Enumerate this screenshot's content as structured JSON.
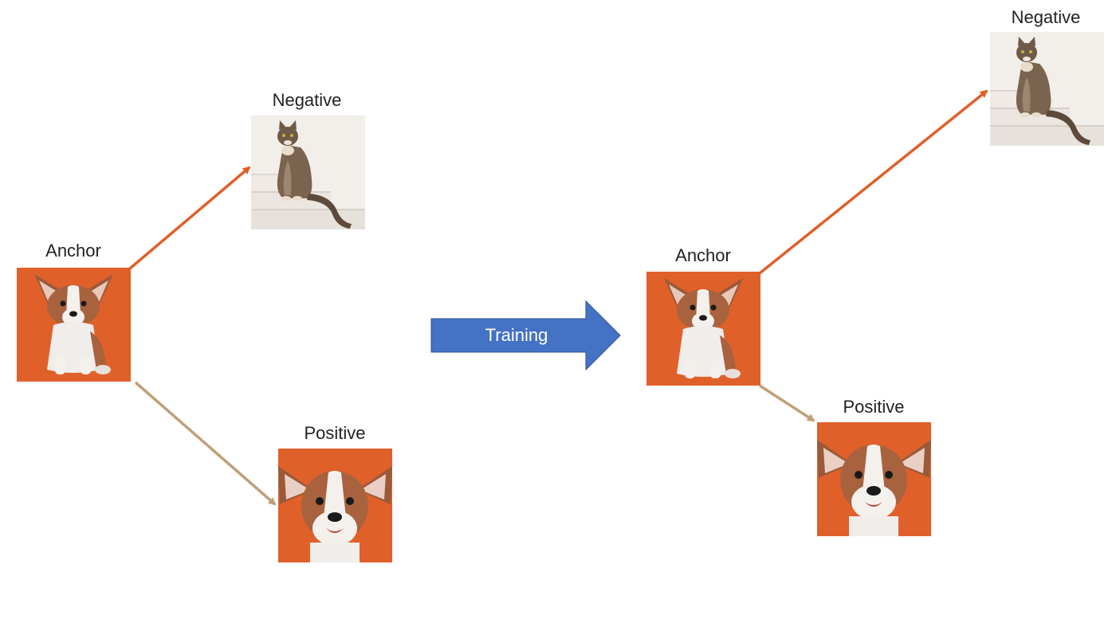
{
  "colors": {
    "orange": "#E0602A",
    "tan": "#BFA07A",
    "blue": "#4472C4",
    "blue_border": "#2F528F"
  },
  "before": {
    "anchor_label": "Anchor",
    "negative_label": "Negative",
    "positive_label": "Positive"
  },
  "training": {
    "label": "Training"
  },
  "after": {
    "anchor_label": "Anchor",
    "negative_label": "Negative",
    "positive_label": "Positive"
  },
  "images": {
    "anchor": "corgi-puppy-sitting-icon",
    "negative": "cat-on-stairs-icon",
    "positive": "corgi-face-closeup-icon"
  }
}
